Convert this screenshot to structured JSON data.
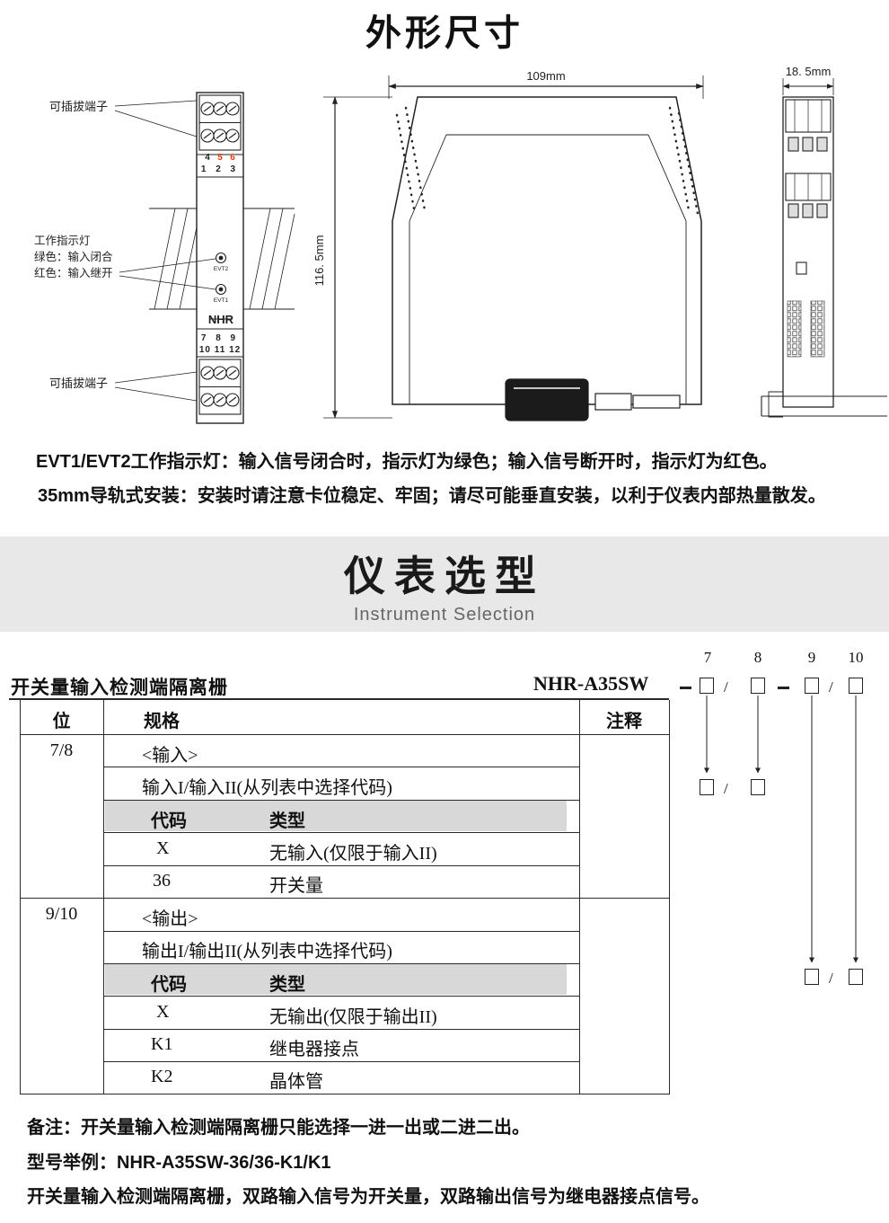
{
  "page_title": "外形尺寸",
  "outline": {
    "labels": {
      "terminal_top": "可插拔端子",
      "terminal_bottom": "可插拔端子",
      "indicator_1": "工作指示灯",
      "indicator_2": "绿色：输入闭合",
      "indicator_3": "红色：输入继开"
    },
    "dims": {
      "width": "109mm",
      "height": "116. 5mm",
      "depth": "18. 5mm"
    },
    "module": {
      "t4": "4",
      "t5": "5",
      "t6": "6",
      "t123": "1 2 3",
      "evt2": "EVT2",
      "evt1": "EVT1",
      "logo": "NHR",
      "t789": "7 8 9",
      "t101112": "10 11 12"
    }
  },
  "notes": [
    "EVT1/EVT2工作指示灯：输入信号闭合时，指示灯为绿色；输入信号断开时，指示灯为红色。",
    "35mm导轨式安装：安装时请注意卡位稳定、牢固；请尽可能垂直安装，以利于仪表内部热量散发。"
  ],
  "banner": {
    "title": "仪表选型",
    "subtitle": "Instrument Selection"
  },
  "selection": {
    "product": "开关量输入检测端隔离栅",
    "model": "NHR-A35SW",
    "slash": "/",
    "digits": [
      "7",
      "8",
      "9",
      "10"
    ],
    "columns": {
      "position": "位",
      "spec": "规格",
      "note": "注释"
    },
    "groups": [
      {
        "position": "7/8",
        "title": "<输入>",
        "subtitle": "输入I/输入II(从列表中选择代码)",
        "code_label": "代码",
        "type_label": "类型",
        "codes": [
          {
            "code": "X",
            "type": "无输入(仅限于输入II)"
          },
          {
            "code": "36",
            "type": "开关量"
          }
        ]
      },
      {
        "position": "9/10",
        "title": "<输出>",
        "subtitle": "输出I/输出II(从列表中选择代码)",
        "code_label": "代码",
        "type_label": "类型",
        "codes": [
          {
            "code": "X",
            "type": "无输出(仅限于输出II)"
          },
          {
            "code": "K1",
            "type": "继电器接点"
          },
          {
            "code": "K2",
            "type": "晶体管"
          }
        ]
      }
    ]
  },
  "footer": [
    "备注：开关量输入检测端隔离栅只能选择一进一出或二进二出。",
    "型号举例：NHR-A35SW-36/36-K1/K1",
    "开关量输入检测端隔离栅，双路输入信号为开关量，双路输出信号为继电器接点信号。"
  ],
  "colors": {
    "terminal_red": "#e8380d",
    "banner_bg": "#e8e8e8",
    "table_gray": "#d8d8d8"
  }
}
